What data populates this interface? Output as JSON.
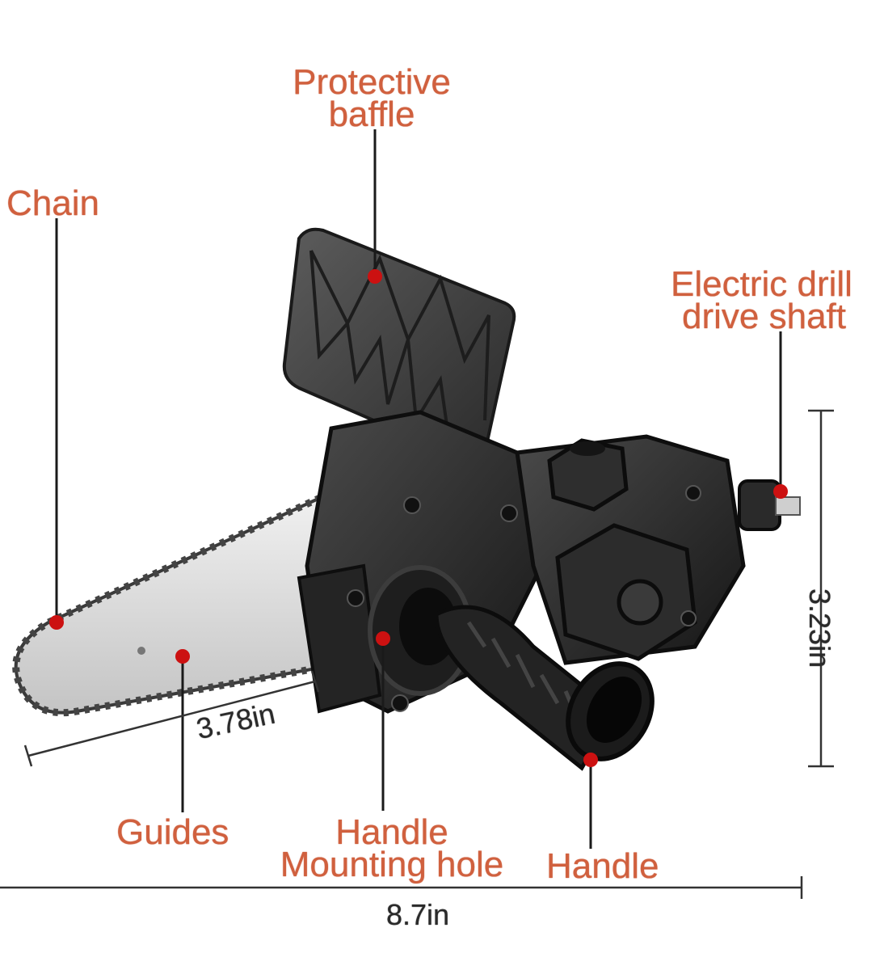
{
  "labels": {
    "protective_baffle": [
      "Protective",
      "baffle"
    ],
    "chain": "Chain",
    "electric_drill_drive_shaft": [
      "Electric drill",
      "drive shaft"
    ],
    "guides": "Guides",
    "handle_mounting_hole": [
      "Handle",
      "Mounting hole"
    ],
    "handle": "Handle"
  },
  "dimensions": {
    "bar_length": "3.78in",
    "height": "3.23in",
    "total_length": "8.7in"
  },
  "colors": {
    "label": "#d0603e",
    "dot": "#cc1111",
    "leader": "#1a1a1a",
    "body": "#2b2b2b",
    "bar": "#dcdcdc"
  }
}
